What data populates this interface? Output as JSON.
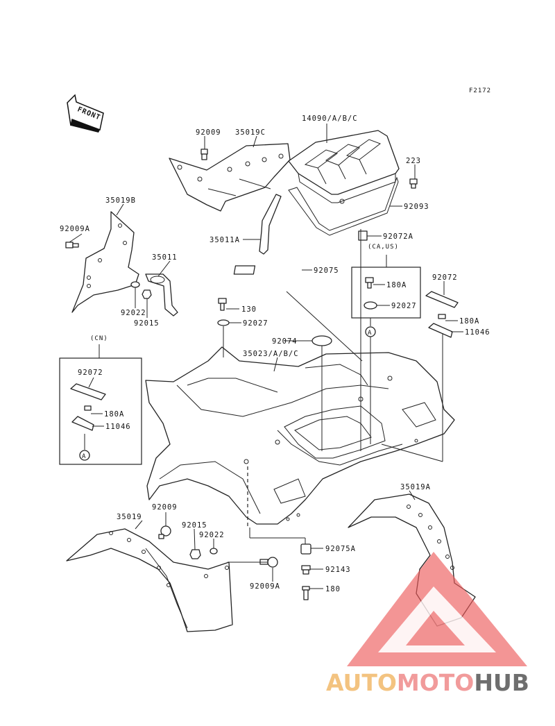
{
  "diagram": {
    "fig_code": "F2172",
    "front_label": "FRONT",
    "region_cn": "(CN)",
    "region_ca_us": "(CA,US)",
    "marker_a": "A",
    "parts": {
      "p14090": "14090/A/B/C",
      "p223": "223",
      "p92093": "92093",
      "p92072A": "92072A",
      "p92009": "92009",
      "p35019C": "35019C",
      "p35011A": "35011A",
      "p35019B": "35019B",
      "p92009A_top": "92009A",
      "p35011": "35011",
      "p92022_top": "92022",
      "p92015_top": "92015",
      "p130": "130",
      "p92027_mid": "92027",
      "p92075": "92075",
      "p180A_box": "180A",
      "p92027_box": "92027",
      "p92072_right": "92072",
      "p180A_right": "180A",
      "p11046_right": "11046",
      "p92074": "92074",
      "p35023": "35023/A/B/C",
      "p92072_cn": "92072",
      "p180A_cn": "180A",
      "p11046_cn": "11046",
      "p92009_bot": "92009",
      "p35019": "35019",
      "p92015_bot": "92015",
      "p92022_bot": "92022",
      "p35019A": "35019A",
      "p92075A": "92075A",
      "p92143": "92143",
      "p92009A_bot": "92009A",
      "p180": "180"
    }
  },
  "watermark": {
    "brand_part1": "AUTO",
    "brand_part2": "MOTO",
    "brand_part3": "HUB",
    "colors": {
      "auto": "#f2b96b",
      "moto": "#ef8a8a",
      "hub": "#555555",
      "triangle": "#ec5a5a"
    }
  }
}
